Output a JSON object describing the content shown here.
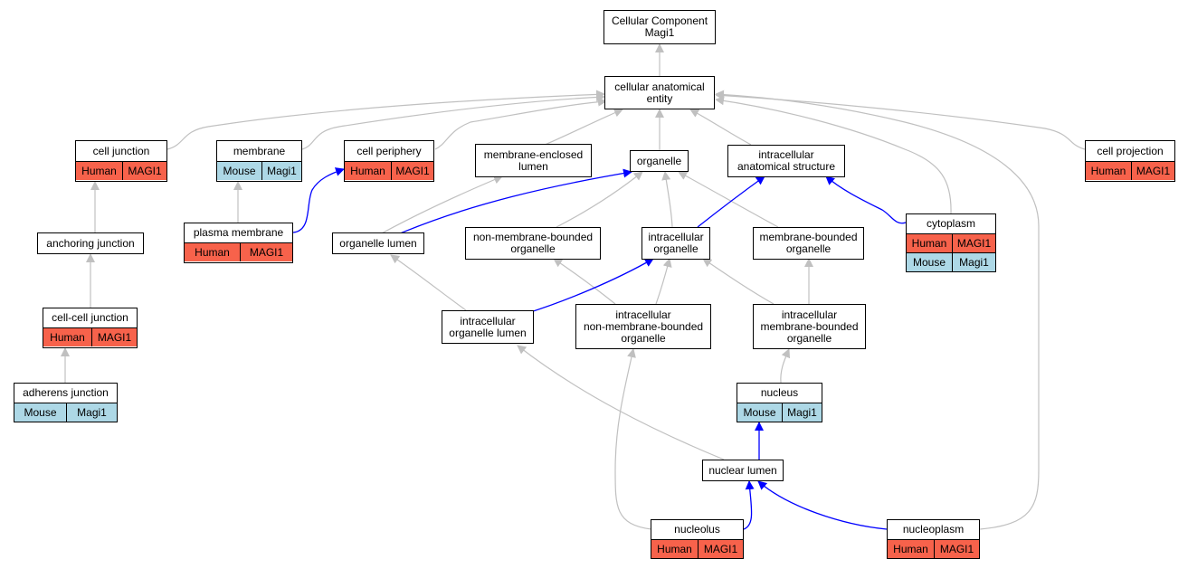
{
  "colors": {
    "human": "#f7624b",
    "mouse": "#add8e6",
    "edge_gray": "#c0c0c0",
    "edge_blue": "#0000ff",
    "border": "#000000"
  },
  "nodes": {
    "root": {
      "lines": [
        "Cellular Component",
        "Magi1"
      ]
    },
    "cae": {
      "lines": [
        "cellular anatomical",
        "entity"
      ]
    },
    "cell_junction": {
      "lines": [
        "cell junction"
      ],
      "rows": [
        [
          "Human",
          "MAGI1"
        ]
      ]
    },
    "membrane": {
      "lines": [
        "membrane"
      ],
      "rows": [
        [
          "Mouse",
          "Magi1"
        ]
      ]
    },
    "cell_periphery": {
      "lines": [
        "cell periphery"
      ],
      "rows": [
        [
          "Human",
          "MAGI1"
        ]
      ]
    },
    "mel": {
      "lines": [
        "membrane-enclosed",
        "lumen"
      ]
    },
    "organelle": {
      "lines": [
        "organelle"
      ]
    },
    "ias": {
      "lines": [
        "intracellular",
        "anatomical structure"
      ]
    },
    "cell_projection": {
      "lines": [
        "cell projection"
      ],
      "rows": [
        [
          "Human",
          "MAGI1"
        ]
      ]
    },
    "anchoring_junction": {
      "lines": [
        "anchoring junction"
      ]
    },
    "plasma_membrane": {
      "lines": [
        "plasma membrane"
      ],
      "rows": [
        [
          "Human",
          "MAGI1"
        ]
      ]
    },
    "organelle_lumen": {
      "lines": [
        "organelle lumen"
      ]
    },
    "nmbo": {
      "lines": [
        "non-membrane-bounded",
        "organelle"
      ]
    },
    "io": {
      "lines": [
        "intracellular",
        "organelle"
      ]
    },
    "mbo": {
      "lines": [
        "membrane-bounded",
        "organelle"
      ]
    },
    "cytoplasm": {
      "lines": [
        "cytoplasm"
      ],
      "rows": [
        [
          "Human",
          "MAGI1"
        ],
        [
          "Mouse",
          "Magi1"
        ]
      ]
    },
    "ccj": {
      "lines": [
        "cell-cell junction"
      ],
      "rows": [
        [
          "Human",
          "MAGI1"
        ]
      ]
    },
    "iol": {
      "lines": [
        "intracellular",
        "organelle lumen"
      ]
    },
    "inmbo": {
      "lines": [
        "intracellular",
        "non-membrane-bounded",
        "organelle"
      ]
    },
    "imbo": {
      "lines": [
        "intracellular",
        "membrane-bounded",
        "organelle"
      ]
    },
    "adherens": {
      "lines": [
        "adherens junction"
      ],
      "rows": [
        [
          "Mouse",
          "Magi1"
        ]
      ]
    },
    "nucleus": {
      "lines": [
        "nucleus"
      ],
      "rows": [
        [
          "Mouse",
          "Magi1"
        ]
      ]
    },
    "nuclear_lumen": {
      "lines": [
        "nuclear lumen"
      ]
    },
    "nucleolus": {
      "lines": [
        "nucleolus"
      ],
      "rows": [
        [
          "Human",
          "MAGI1"
        ]
      ]
    },
    "nucleoplasm": {
      "lines": [
        "nucleoplasm"
      ],
      "rows": [
        [
          "Human",
          "MAGI1"
        ]
      ]
    }
  }
}
